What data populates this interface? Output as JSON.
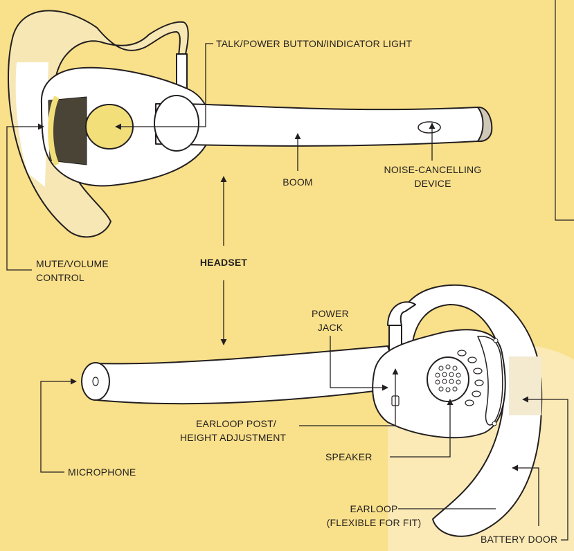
{
  "labels": {
    "talk_power": "TALK/POWER BUTTON/INDICATOR LIGHT",
    "boom": "BOOM",
    "noise_line1": "NOISE-CANCELLING",
    "noise_line2": "DEVICE",
    "mute_line1": "MUTE/VOLUME",
    "mute_line2": "CONTROL",
    "headset": "HEADSET",
    "power_jack_line1": "POWER",
    "power_jack_line2": "JACK",
    "earloop_post_line1": "EARLOOP POST/",
    "earloop_post_line2": "HEIGHT ADJUSTMENT",
    "speaker": "SPEAKER",
    "microphone": "MICROPHONE",
    "earloop_line1": "EARLOOP",
    "earloop_line2": "(FLEXIBLE FOR FIT)",
    "battery_door": "BATTERY DOOR"
  },
  "colors": {
    "background": "#f9e08a",
    "background_light": "#fbeab5",
    "headset_body": "#ffffff",
    "earloop_tint": "#f6e7b4",
    "button_yellow": "#f3df7a",
    "grille_dark": "#4a4436",
    "line": "#231f20"
  }
}
